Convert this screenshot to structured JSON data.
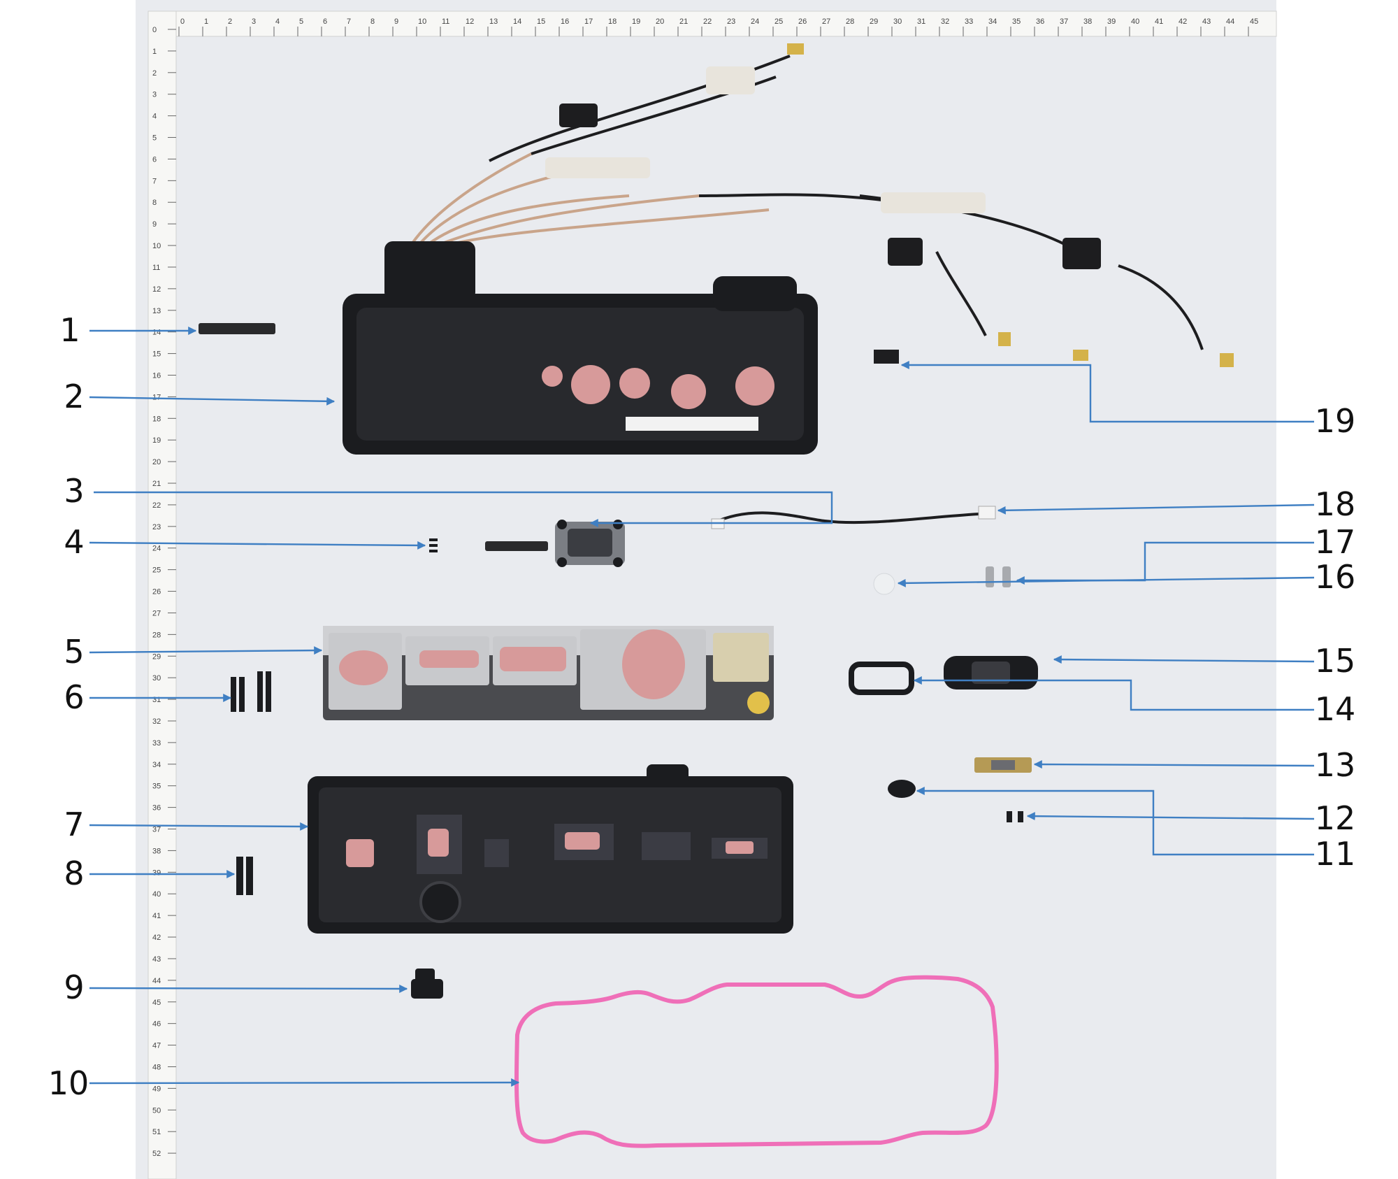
{
  "colors": {
    "backdrop": "#e9ebef",
    "arrow": "#3f7fc3",
    "gasket": "#ef6fb8",
    "label_text": "#111111",
    "ruler": "#f7f7f5",
    "part_dark": "#1b1c1f",
    "thermal_paste": "#d79a9a"
  },
  "ruler": {
    "top_marks": [
      "0",
      "1",
      "2",
      "3",
      "4",
      "5",
      "6",
      "7",
      "8",
      "9",
      "10",
      "11",
      "12",
      "13",
      "14",
      "15",
      "16",
      "17",
      "18",
      "19",
      "20",
      "21",
      "22",
      "23",
      "24",
      "25",
      "26",
      "27",
      "28",
      "29",
      "30",
      "31",
      "32",
      "33",
      "34",
      "35",
      "36",
      "37",
      "38",
      "39",
      "40",
      "41",
      "42",
      "43",
      "44",
      "45"
    ],
    "left_marks": [
      "0",
      "1",
      "2",
      "3",
      "4",
      "5",
      "6",
      "7",
      "8",
      "9",
      "10",
      "11",
      "12",
      "13",
      "14",
      "15",
      "16",
      "17",
      "18",
      "19",
      "20",
      "21",
      "22",
      "23",
      "24",
      "25",
      "26",
      "27",
      "28",
      "29",
      "30",
      "31",
      "32",
      "33",
      "34",
      "35",
      "36",
      "37",
      "38",
      "39",
      "40",
      "41",
      "42",
      "43",
      "44",
      "45",
      "46",
      "47",
      "48",
      "49",
      "50",
      "51",
      "52"
    ]
  },
  "callouts": {
    "c1": "1",
    "c2": "2",
    "c3": "3",
    "c4": "4",
    "c5": "5",
    "c6": "6",
    "c7": "7",
    "c8": "8",
    "c9": "9",
    "c10": "10",
    "c11": "11",
    "c12": "12",
    "c13": "13",
    "c14": "14",
    "c15": "15",
    "c16": "16",
    "c17": "17",
    "c18": "18",
    "c19": "19"
  }
}
